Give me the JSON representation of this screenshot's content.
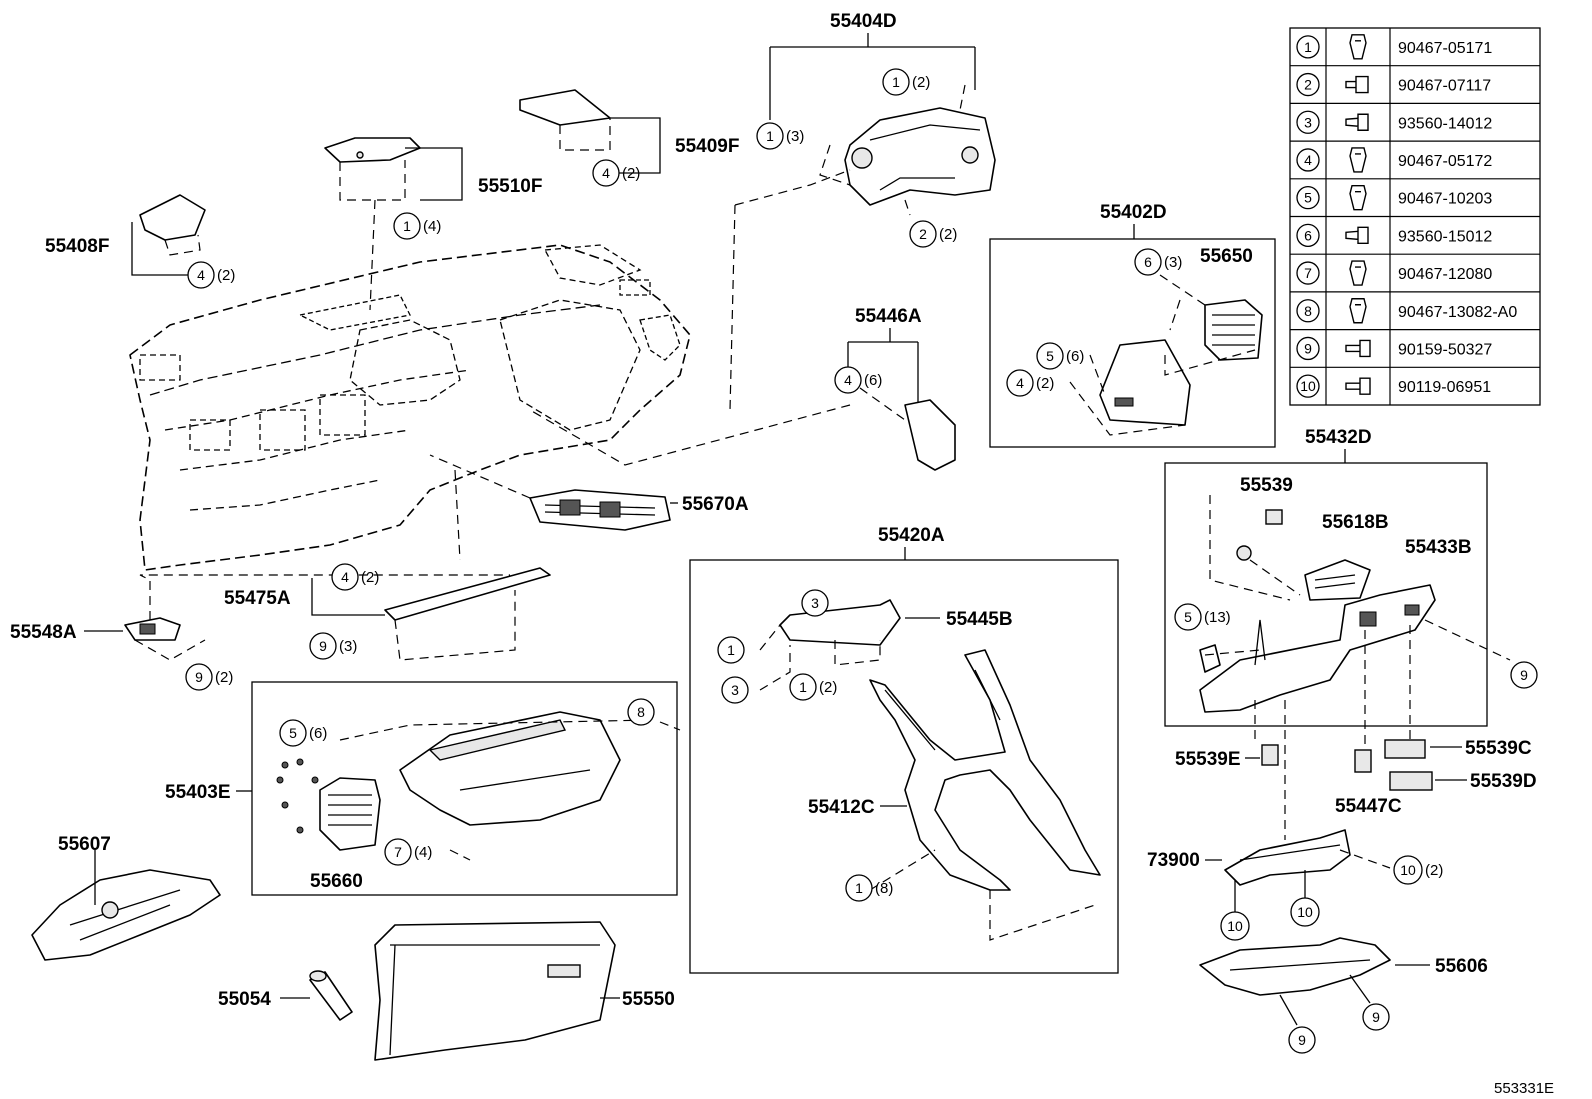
{
  "parts": {
    "p55404D": "55404D",
    "p55409F": "55409F",
    "p55510F": "55510F",
    "p55408F": "55408F",
    "p55402D": "55402D",
    "p55650": "55650",
    "p55446A": "55446A",
    "p55670A": "55670A",
    "p55432D": "55432D",
    "p55539": "55539",
    "p55618B": "55618B",
    "p55433B": "55433B",
    "p55420A": "55420A",
    "p55445B": "55445B",
    "p55475A": "55475A",
    "p55548A": "55548A",
    "p55403E": "55403E",
    "p55660": "55660",
    "p55412C": "55412C",
    "p55539E": "55539E",
    "p55539C": "55539C",
    "p55539D": "55539D",
    "p55447C": "55447C",
    "p73900": "73900",
    "p55606": "55606",
    "p55607": "55607",
    "p55054": "55054",
    "p55550": "55550"
  },
  "callouts": {
    "c1": "1",
    "c2": "2",
    "c3": "3",
    "c4": "4",
    "c5": "5",
    "c6": "6",
    "c7": "7",
    "c8": "8",
    "c9": "9",
    "c10": "10"
  },
  "quantities": {
    "q2": "(2)",
    "q3": "(3)",
    "q4": "(4)",
    "q6": "(6)",
    "q8": "(8)",
    "q13": "(13)"
  },
  "fastener_table": {
    "rows": [
      {
        "ref": "1",
        "icon": "clip-icon",
        "part": "90467-05171"
      },
      {
        "ref": "2",
        "icon": "rivet-icon",
        "part": "90467-07117"
      },
      {
        "ref": "3",
        "icon": "screw-icon",
        "part": "93560-14012"
      },
      {
        "ref": "4",
        "icon": "clip-icon",
        "part": "90467-05172"
      },
      {
        "ref": "5",
        "icon": "clip-icon",
        "part": "90467-10203"
      },
      {
        "ref": "6",
        "icon": "screw-icon",
        "part": "93560-15012"
      },
      {
        "ref": "7",
        "icon": "clip-icon",
        "part": "90467-12080"
      },
      {
        "ref": "8",
        "icon": "clip-icon",
        "part": "90467-13082-A0"
      },
      {
        "ref": "9",
        "icon": "bolt-icon",
        "part": "90159-50327"
      },
      {
        "ref": "10",
        "icon": "bolt-icon",
        "part": "90119-06951"
      }
    ]
  },
  "document_id": "553331E"
}
